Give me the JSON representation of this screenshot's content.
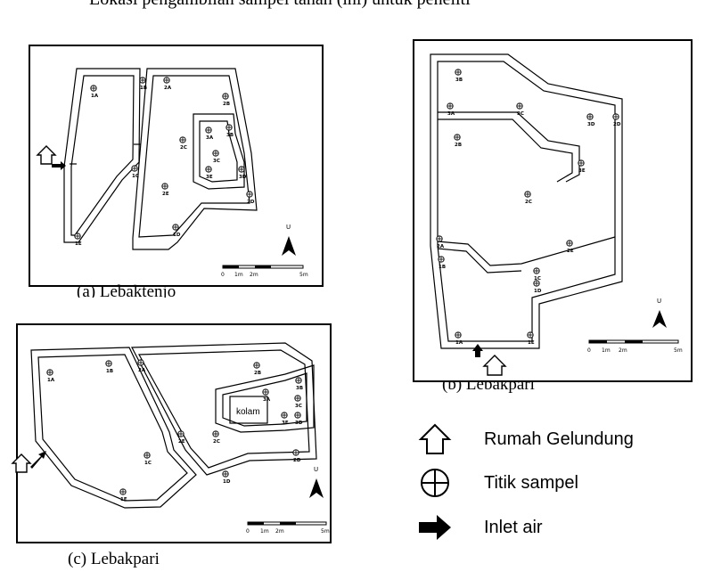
{
  "top_caption": "Lokasi pengambilan sampel tanah (ini) untuk peneliti",
  "maps": {
    "a": {
      "caption": "(a)   Lebaktenjo"
    },
    "b": {
      "caption": "(b)   Lebakpari"
    },
    "c": {
      "caption": "(c)   Lebakpari"
    }
  },
  "map_labels": {
    "a": [
      "1A",
      "1B",
      "1C",
      "1D",
      "1E",
      "2A",
      "2B",
      "2C",
      "2D",
      "2E",
      "3A",
      "3B",
      "3C",
      "3D",
      "3E"
    ],
    "b": [
      "1A",
      "1B",
      "1C",
      "1D",
      "1E",
      "2A",
      "2B",
      "2C",
      "2D",
      "2E",
      "3A",
      "3B",
      "3C",
      "3D",
      "3E"
    ],
    "c": [
      "1A",
      "1B",
      "1C",
      "1D",
      "1E",
      "2A",
      "2B",
      "2C",
      "2D",
      "2E",
      "3A",
      "3B",
      "3C",
      "3D",
      "3E"
    ]
  },
  "kolam_label": "kolam",
  "north_label": "U",
  "scale_ticks": [
    "0",
    "1m",
    "2m",
    "5m"
  ],
  "legend": [
    {
      "icon": "house-arrow-icon",
      "label": "Rumah Gelundung"
    },
    {
      "icon": "circle-cross-icon",
      "label": "Titik sampel"
    },
    {
      "icon": "right-arrow-icon",
      "label": "Inlet air"
    }
  ]
}
